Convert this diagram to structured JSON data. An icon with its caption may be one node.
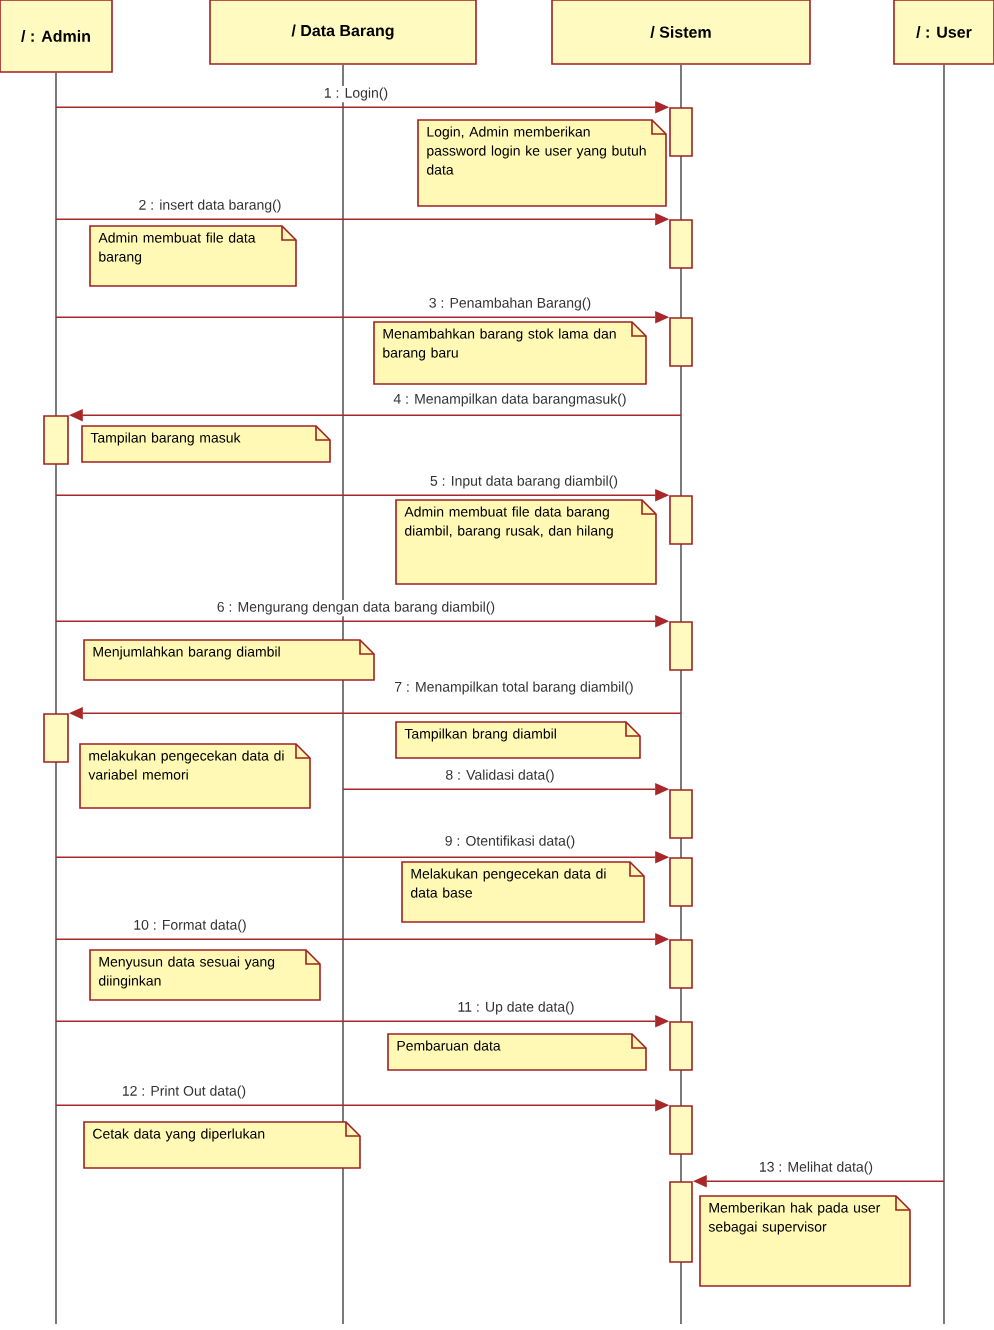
{
  "diagram": {
    "nodes": [
      {
        "text": [
          "/ : Admin"
        ]
      },
      {
        "text": [
          "/ Data Barang"
        ]
      },
      {
        "text": [
          "/ Sistem"
        ]
      },
      {
        "text": [
          "/ : User"
        ]
      },
      {
        "text": [],
        "shape": "bar"
      },
      {
        "text": [
          "Login, Admin memberikan password login ke user yang butuh data"
        ]
      },
      {
        "text": [],
        "shape": "bar"
      },
      {
        "text": [
          "Admin membuat file data barang"
        ]
      },
      {
        "text": [],
        "shape": "bar"
      },
      {
        "text": [
          "Menambahkan barang stok lama dan barang baru"
        ]
      },
      {
        "text": [],
        "shape": "bar"
      },
      {
        "text": [
          "Tampilan barang masuk"
        ]
      },
      {
        "text": [],
        "shape": "bar"
      },
      {
        "text": [
          "Admin membuat file data barang diambil, barang rusak, dan hilang"
        ]
      },
      {
        "text": [],
        "shape": "bar"
      },
      {
        "text": [
          "Menjumlahkan barang diambil"
        ]
      },
      {
        "text": [],
        "shape": "bar"
      },
      {
        "text": [
          "Tampilkan brang diambil"
        ]
      },
      {
        "text": [
          "melakukan pengecekan data di variabel memori"
        ]
      },
      {
        "text": [],
        "shape": "bar"
      },
      {
        "text": [],
        "shape": "bar"
      },
      {
        "text": [
          "Melakukan pengecekan data di data base"
        ]
      },
      {
        "text": [],
        "shape": "bar"
      },
      {
        "text": [
          "Menyusun data sesuai yang diinginkan"
        ]
      },
      {
        "text": [],
        "shape": "bar"
      },
      {
        "text": [
          "Pembaruan data"
        ]
      },
      {
        "text": [],
        "shape": "bar"
      },
      {
        "text": [
          "Cetak data yang diperlukan"
        ]
      },
      {
        "text": [],
        "shape": "bar"
      },
      {
        "text": [
          "Memberikan hak pada user sebagai supervisor"
        ]
      }
    ],
    "edges": [
      {
        "from": null,
        "to": 4,
        "arrow": "to",
        "label": "1 : Login()"
      },
      {
        "from": null,
        "to": 6,
        "arrow": "to",
        "label": "2 : insert data barang()"
      },
      {
        "from": null,
        "to": 8,
        "arrow": "to",
        "label": "3 : Penambahan Barang()"
      },
      {
        "from": null,
        "to": 10,
        "arrow": "to",
        "label": "4 : Menampilkan data barangmasuk()"
      },
      {
        "from": null,
        "to": 12,
        "arrow": "to",
        "label": "5 : Input data barang diambil()"
      },
      {
        "from": null,
        "to": 14,
        "arrow": "to",
        "label": "6 : Mengurang dengan data barang diambil()"
      },
      {
        "from": null,
        "to": 16,
        "arrow": "to",
        "label": "7 : Menampilkan total barang diambil()"
      },
      {
        "from": null,
        "to": 19,
        "arrow": "to",
        "label": "8 : Validasi data()"
      },
      {
        "from": null,
        "to": 20,
        "arrow": "to",
        "label": "9 : Otentifikasi data()"
      },
      {
        "from": null,
        "to": 22,
        "arrow": "to",
        "label": "10 : Format data()"
      },
      {
        "from": null,
        "to": 24,
        "arrow": "to",
        "label": "11 : Up date data()"
      },
      {
        "from": null,
        "to": 26,
        "arrow": "to",
        "label": "12 : Print Out data()"
      },
      {
        "from": null,
        "to": 28,
        "arrow": "to",
        "label": "13 : Melihat data()"
      }
    ]
  }
}
